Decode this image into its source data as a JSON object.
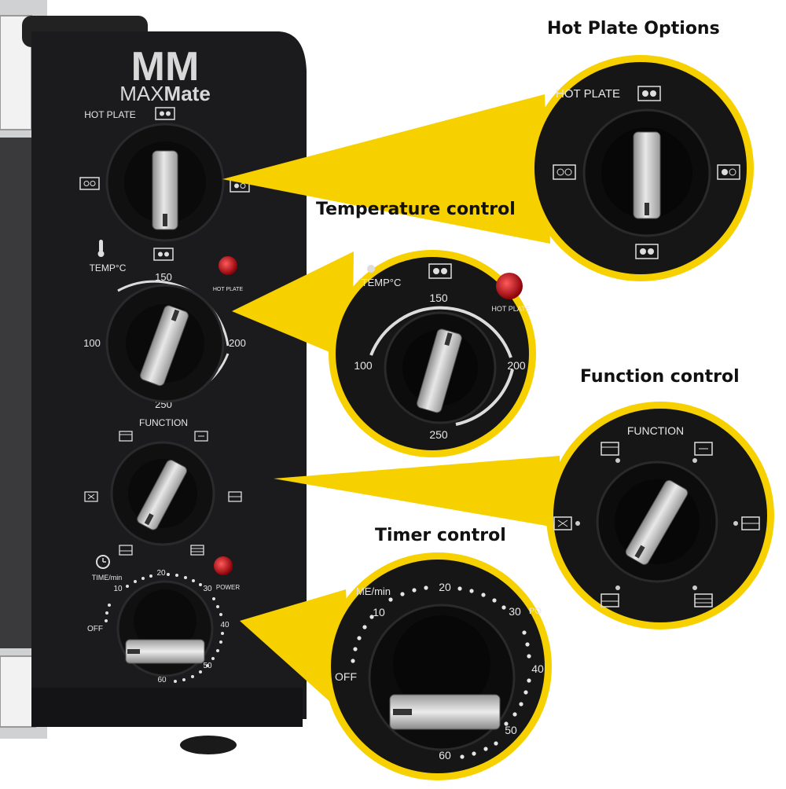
{
  "brand": {
    "logo_mark": "MM",
    "name_prefix": "MAX",
    "name_suffix": "Mate"
  },
  "panel": {
    "hot_plate_label": "HOT PLATE",
    "temp_label": "TEMP°C",
    "temp_scale": [
      "100",
      "150",
      "200",
      "250"
    ],
    "hot_plate_lamp_label": "HOT PLATE",
    "function_label": "FUNCTION",
    "time_label": "TIME/min",
    "power_lamp_label": "POWER",
    "timer_scale": [
      "OFF",
      "10",
      "20",
      "30",
      "40",
      "50",
      "60"
    ]
  },
  "callouts": {
    "hot_plate": {
      "title": "Hot Plate Options",
      "zoom_label": "HOT PLATE"
    },
    "temperature": {
      "title": "Temperature control",
      "zoom_label": "TEMP°C",
      "lamp_label": "HOT PLATE",
      "scale": [
        "100",
        "150",
        "200",
        "250"
      ]
    },
    "function": {
      "title": "Function control",
      "zoom_label": "FUNCTION"
    },
    "timer": {
      "title": "Timer control",
      "zoom_label": "ME/min",
      "power_fragment": "PO",
      "scale": [
        "OFF",
        "10",
        "20",
        "30",
        "40",
        "50",
        "60"
      ]
    }
  },
  "colors": {
    "accent": "#f7d000",
    "panel": "#1b1b1d",
    "lamp": "#c8101a",
    "steel": "#c9c9c9"
  }
}
